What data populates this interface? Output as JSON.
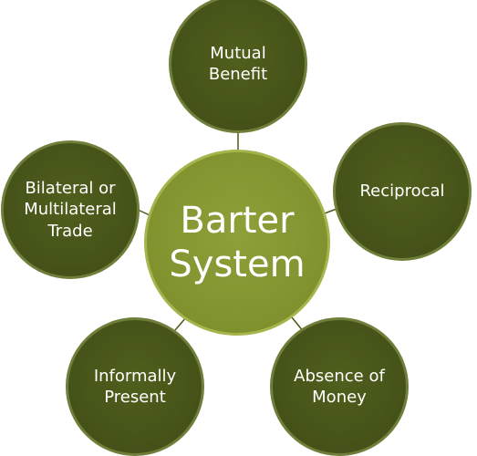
{
  "diagram": {
    "center": {
      "label": "Barter System"
    },
    "nodes": [
      {
        "label": "Mutual Benefit"
      },
      {
        "label": "Reciprocal"
      },
      {
        "label": "Absence of Money"
      },
      {
        "label": "Informally Present"
      },
      {
        "label": "Bilateral or Multilateral Trade"
      }
    ]
  },
  "colors": {
    "outer_node_fill": "#445219",
    "center_node_fill": "#7f922e",
    "text": "#ffffff",
    "connector": "#4a5a1a"
  }
}
